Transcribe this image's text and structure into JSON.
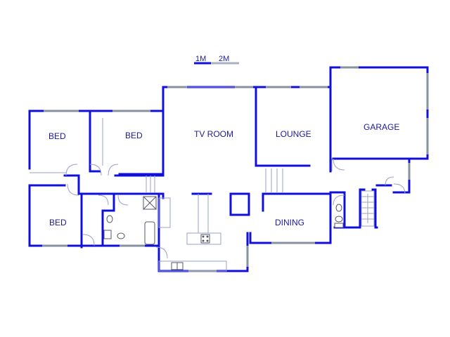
{
  "scale_bar": {
    "label_1": "1M",
    "label_2": "2M"
  },
  "rooms": {
    "bed_top_left": "BED",
    "bed_top_middle": "BED",
    "bed_bottom_left": "BED",
    "tv_room": "TV ROOM",
    "lounge": "LOUNGE",
    "garage": "GARAGE",
    "dining": "DINING"
  },
  "colors": {
    "wall": "#1010d8",
    "label": "#1a1aa0",
    "window": "#8890a0"
  }
}
